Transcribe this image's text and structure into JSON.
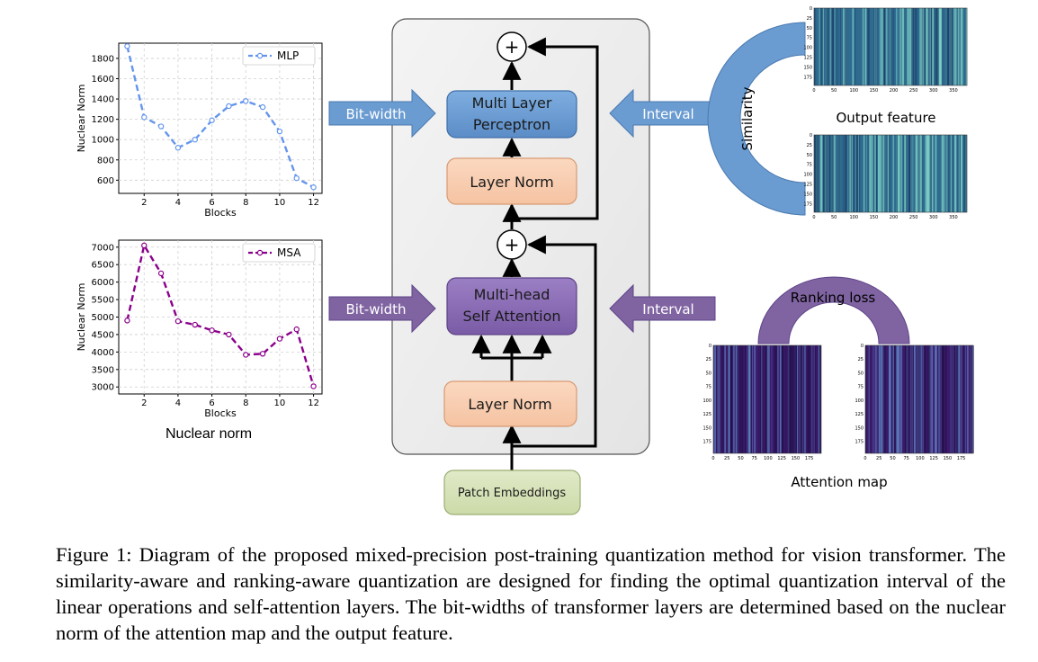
{
  "chart_data": [
    {
      "type": "line",
      "title": "",
      "xlabel": "Blocks",
      "ylabel": "Nuclear Norm",
      "x": [
        1,
        2,
        3,
        4,
        5,
        6,
        7,
        8,
        9,
        10,
        11,
        12
      ],
      "xticks": [
        "2",
        "4",
        "6",
        "8",
        "10",
        "12"
      ],
      "xlim": [
        0.5,
        12.5
      ],
      "ylim": [
        470,
        1950
      ],
      "yticks": [
        "600",
        "800",
        "1000",
        "1200",
        "1400",
        "1600",
        "1800"
      ],
      "grid": true,
      "legend": "top-right",
      "series": [
        {
          "name": "MLP",
          "color": "#6495ED",
          "values": [
            1920,
            1220,
            1130,
            920,
            1000,
            1190,
            1330,
            1380,
            1320,
            1080,
            620,
            530
          ]
        }
      ]
    },
    {
      "type": "line",
      "title": "",
      "xlabel": "Blocks",
      "ylabel": "Nuclear Norm",
      "x": [
        1,
        2,
        3,
        4,
        5,
        6,
        7,
        8,
        9,
        10,
        11,
        12
      ],
      "xticks": [
        "2",
        "4",
        "6",
        "8",
        "10",
        "12"
      ],
      "xlim": [
        0.5,
        12.5
      ],
      "ylim": [
        2800,
        7200
      ],
      "yticks": [
        "3000",
        "3500",
        "4000",
        "4500",
        "5000",
        "5500",
        "6000",
        "6500",
        "7000"
      ],
      "grid": true,
      "legend": "top-right",
      "series": [
        {
          "name": "MSA",
          "color": "#8B008B",
          "values": [
            4900,
            7050,
            6250,
            4880,
            4780,
            4620,
            4500,
            3920,
            3950,
            4380,
            4650,
            3020
          ]
        }
      ]
    }
  ],
  "left_caption": "Nuclear norm",
  "blocks": {
    "mlp": "Multi Layer\nPerceptron",
    "layer_norm_top": "Layer Norm",
    "msa": "Multi-head\nSelf Attention",
    "layer_norm_bottom": "Layer Norm",
    "patch": "Patch Embeddings",
    "plus": "+"
  },
  "arrows": {
    "bitwidth_top": "Bit-width",
    "bitwidth_bottom": "Bit-width",
    "interval_top": "Interval",
    "interval_bottom": "Interval"
  },
  "right": {
    "similarity": "Similarity",
    "output_feature": "Output feature",
    "ranking_loss": "Ranking loss",
    "attention_map": "Attention map",
    "feat_yticks": [
      "0",
      "25",
      "50",
      "75",
      "100",
      "125",
      "150",
      "175"
    ],
    "feat_xticks": [
      "0",
      "50",
      "100",
      "150",
      "200",
      "250",
      "300",
      "350"
    ],
    "att_yticks": [
      "0",
      "25",
      "50",
      "75",
      "100",
      "125",
      "150",
      "175"
    ],
    "att_xticks": [
      "0",
      "25",
      "50",
      "75",
      "100",
      "125",
      "150",
      "175"
    ]
  },
  "colors": {
    "blue_box": "#6A9BD1",
    "orange_box": "#F8CBAD",
    "purple_box": "#8064A2",
    "green_box": "#D6E2B8",
    "feature_map": "#2F6B8F",
    "attention_map": "#3B1A6B"
  },
  "caption": "Figure 1: Diagram of the proposed mixed-precision post-training quantization method for vision transformer. The similarity-aware and ranking-aware quantization are designed for finding the optimal quantization interval of the linear operations and self-attention layers. The bit-widths of transformer layers are determined based on the nuclear norm of the attention map and the output feature."
}
